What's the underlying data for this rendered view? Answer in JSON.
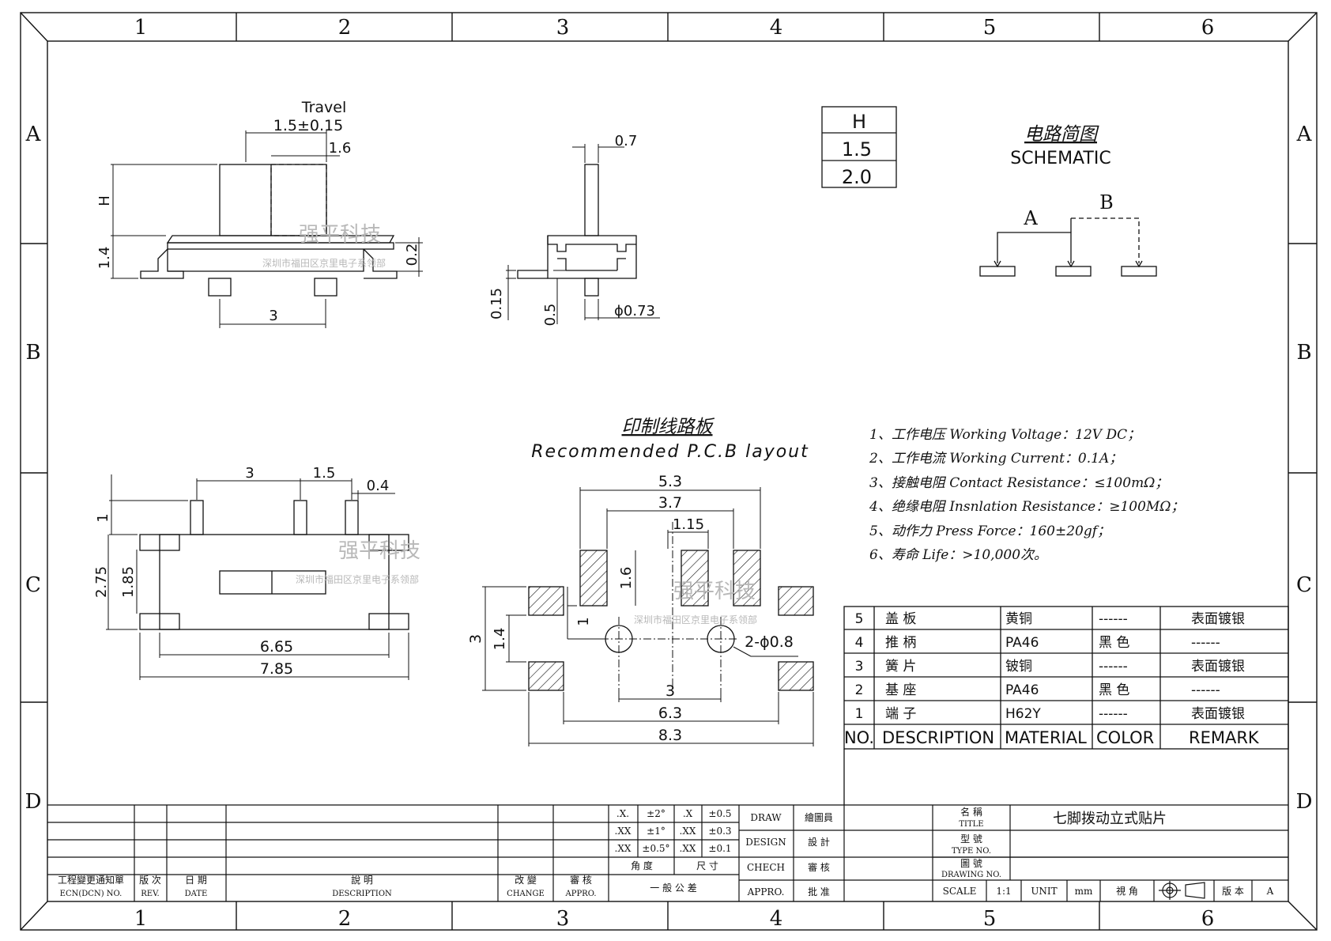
{
  "border": {
    "columns": [
      "1",
      "2",
      "3",
      "4",
      "5",
      "6"
    ],
    "rows": [
      "A",
      "B",
      "C",
      "D"
    ]
  },
  "side_view": {
    "travel_label": "Travel",
    "travel_value": "1.5±0.15",
    "dim_1_6": "1.6",
    "dim_h": "H",
    "dim_1_4": "1.4",
    "dim_0_2": "0.2",
    "dim_3": "3"
  },
  "end_view": {
    "dim_0_7": "0.7",
    "dim_0_15": "0.15",
    "dim_0_5": "0.5",
    "dim_dia": "ϕ0.73"
  },
  "h_table": {
    "header": "H",
    "values": [
      "1.5",
      "2.0"
    ]
  },
  "schematic": {
    "title_cn": "电路简图",
    "title_en": "SCHEMATIC",
    "label_a": "A",
    "label_b": "B"
  },
  "top_view": {
    "dim_3": "3",
    "dim_1_5": "1.5",
    "dim_0_4": "0.4",
    "dim_1": "1",
    "dim_2_75": "2.75",
    "dim_1_85": "1.85",
    "dim_6_65": "6.65",
    "dim_7_85": "7.85"
  },
  "pcb": {
    "title_cn": "印制线路板",
    "title_en": "Recommended P.C.B layout",
    "dim_5_3": "5.3",
    "dim_3_7": "3.7",
    "dim_1_15": "1.15",
    "dim_1_6": "1.6",
    "dim_1": "1",
    "dim_3_left": "3",
    "dim_1_4": "1.4",
    "dim_holes": "2-ϕ0.8",
    "dim_3_bottom": "3",
    "dim_6_3": "6.3",
    "dim_8_3": "8.3"
  },
  "specs": [
    "1、工作电压 Working Voltage：12V DC；",
    "2、工作电流 Working Current：0.1A；",
    "3、接触电阻 Contact Resistance：≤100mΩ；",
    "4、绝缘电阻 Insnlation Resistance：≥100MΩ；",
    "5、动作力 Press Force：160±20gf；",
    "6、寿命 Life：>10,000次。"
  ],
  "bom": {
    "headers": [
      "NO.",
      "DESCRIPTION",
      "MATERIAL",
      "COLOR",
      "REMARK"
    ],
    "rows": [
      [
        "5",
        "盖 板",
        "黄铜",
        "------",
        "表面镀银"
      ],
      [
        "4",
        "推 柄",
        "PA46",
        "黑 色",
        "------"
      ],
      [
        "3",
        "簧 片",
        "铍铜",
        "------",
        "表面镀银"
      ],
      [
        "2",
        "基 座",
        "PA46",
        "黑 色",
        "------"
      ],
      [
        "1",
        "端 子",
        "H62Y",
        "------",
        "表面镀银"
      ]
    ]
  },
  "title_block": {
    "rev_headers": [
      {
        "cn": "工程變更通知單",
        "en": "ECN(DCN) NO."
      },
      {
        "cn": "版 次",
        "en": "REV."
      },
      {
        "cn": "日 期",
        "en": "DATE"
      },
      {
        "cn": "說 明",
        "en": "DESCRIPTION"
      },
      {
        "cn": "改 變",
        "en": "CHANGE"
      },
      {
        "cn": "審 核",
        "en": "APPRO."
      }
    ],
    "tolerances": [
      [
        ".X.",
        "±2°",
        ".X",
        "±0.5"
      ],
      [
        ".XX",
        "±1°",
        ".XX",
        "±0.3"
      ],
      [
        ".XX",
        "±0.5°",
        ".XX",
        "±0.1"
      ]
    ],
    "tol_angle": "角 度",
    "tol_size": "尺 寸",
    "tol_general": "一 般 公 差",
    "roles": [
      {
        "en": "DRAW",
        "cn": "繪圖員"
      },
      {
        "en": "DESIGN",
        "cn": "設 計"
      },
      {
        "en": "CHECH",
        "cn": "審 核"
      },
      {
        "en": "APPRO.",
        "cn": "批 准"
      }
    ],
    "title_cn": "名 稱",
    "title_en": "TITLE",
    "title_value": "七脚拨动立式贴片",
    "type_cn": "型 號",
    "type_en": "TYPE NO.",
    "drawing_cn": "圖 號",
    "drawing_en": "DRAWING NO.",
    "scale_label": "SCALE",
    "scale_value": "1:1",
    "unit_label": "UNIT",
    "unit_value": "mm",
    "view_label": "視 角",
    "version_label": "版 本",
    "version_value": "A"
  },
  "watermark": {
    "cn": "强平科技",
    "sub": "深圳市福田区京里电子系领部"
  }
}
